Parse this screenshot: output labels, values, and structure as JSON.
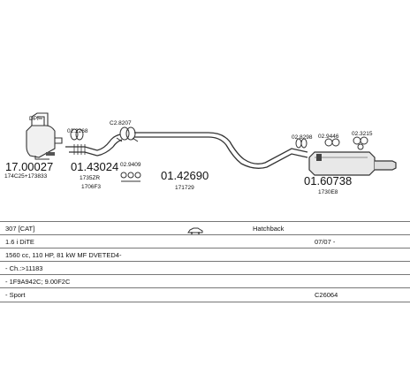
{
  "parts": {
    "dpf_label": "DPF",
    "dpf": {
      "number": "17.00027",
      "ref": "174C25+173833"
    },
    "clamp_a": "02.2268",
    "flexpipe": {
      "number": "01.43024",
      "ref1": "1735ZR",
      "ref2": "1706F3"
    },
    "clamp_b": "C2.8207",
    "clamp_c": "02.9409",
    "middle_pipe": {
      "number": "01.42690",
      "ref": "171729"
    },
    "clamp_d": "02.8298",
    "clamp_e": "02.9446",
    "clamp_f": "02.3215",
    "rear_silencer": {
      "number": "01.60738",
      "ref": "1730E8"
    }
  },
  "spec_rows": [
    {
      "left": "307 [CAT]",
      "mid_label": "Hatchback",
      "right": ""
    },
    {
      "left": "1.6 i DiTE",
      "right": "07/07 -"
    },
    {
      "left": "1560 cc, 110 HP, 81 kW MF DVETED4-"
    },
    {
      "left": "- Ch.:>11183"
    },
    {
      "left": "- 1F9A942C; 9.00F2C"
    },
    {
      "left": "- Sport",
      "right": "C26064"
    }
  ],
  "icons": {
    "body_type": "car-hatchback-icon"
  }
}
